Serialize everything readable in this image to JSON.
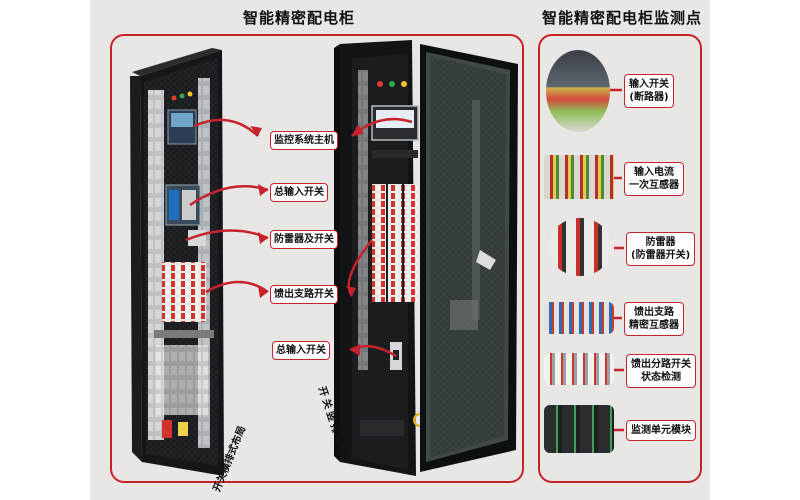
{
  "titles": {
    "left": "智能精密配电柜",
    "right": "智能精密配电柜监测点"
  },
  "callouts": [
    {
      "id": "monitor",
      "text": "监控系统主机"
    },
    {
      "id": "main_in",
      "text": "总输入开关"
    },
    {
      "id": "surge",
      "text": "防雷器及开关"
    },
    {
      "id": "branch",
      "text": "馈出支路开关"
    },
    {
      "id": "main_in2",
      "text": "总输入开关"
    }
  ],
  "layout_labels": {
    "horizontal": "开关横排式布局",
    "vertical": "开关竖排布局"
  },
  "monitor_points": [
    {
      "line1": "输入开关",
      "line2": "(断路器)"
    },
    {
      "line1": "输入电流",
      "line2": "一次互感器"
    },
    {
      "line1": "防雷器",
      "line2": "(防雷器开关)"
    },
    {
      "line1": "馈出支路",
      "line2": "精密互感器"
    },
    {
      "line1": "馈出分路开关",
      "line2": "状态检测"
    },
    {
      "line1": "监测单元模块",
      "line2": ""
    }
  ]
}
